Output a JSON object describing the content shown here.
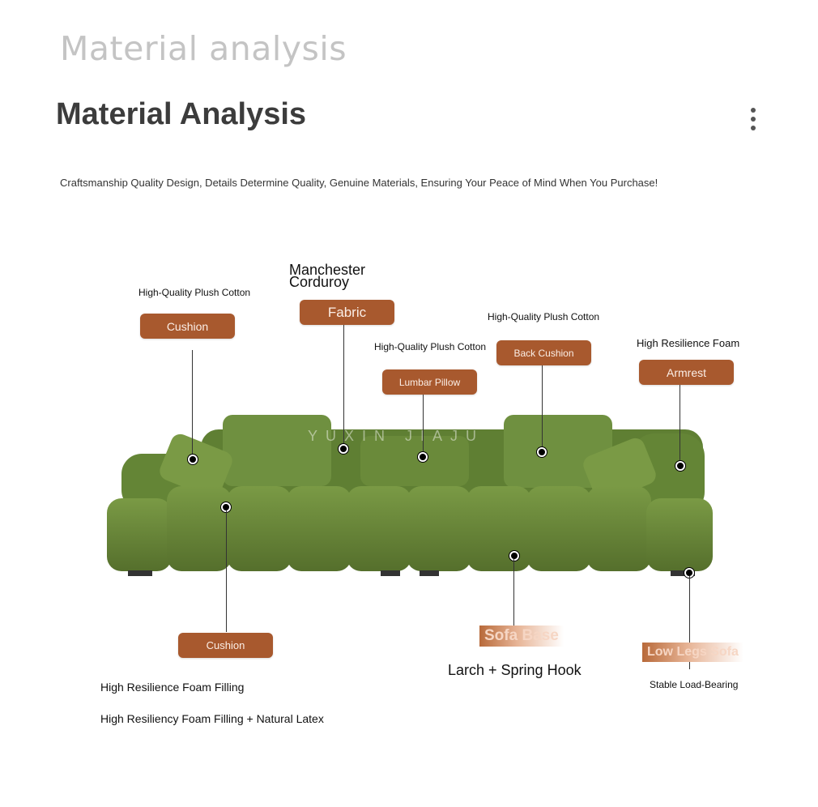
{
  "header": {
    "ghost_title": "Material analysis",
    "title": "Material Analysis",
    "subtitle": "Craftsmanship Quality Design, Details Determine Quality, Genuine Materials, Ensuring Your Peace of Mind When You Purchase!",
    "more_icon": "more-vertical-icon"
  },
  "callouts": {
    "cushion_top": {
      "desc": "High-Quality Plush Cotton",
      "tag": "Cushion"
    },
    "fabric": {
      "desc": "Manchester Corduroy",
      "tag": "Fabric"
    },
    "lumbar": {
      "desc": "High-Quality Plush Cotton",
      "tag": "Lumbar Pillow"
    },
    "back_cushion": {
      "desc": "High-Quality Plush Cotton",
      "tag": "Back Cushion"
    },
    "armrest": {
      "desc": "High Resilience Foam",
      "tag": "Armrest"
    },
    "cushion_bottom": {
      "tag": "Cushion",
      "desc1": "High Resilience Foam Filling",
      "desc2": "High Resiliency Foam Filling + Natural Latex"
    },
    "sofa_base": {
      "tag": "Sofa Base",
      "desc": "Larch + Spring Hook"
    },
    "legs": {
      "tag": "Low Legs Sofa",
      "desc": "Stable Load-Bearing"
    }
  },
  "watermark": "YUXIN JIAJU",
  "colors": {
    "tag": "#a8592e",
    "sofa": "#6a8a3a"
  }
}
